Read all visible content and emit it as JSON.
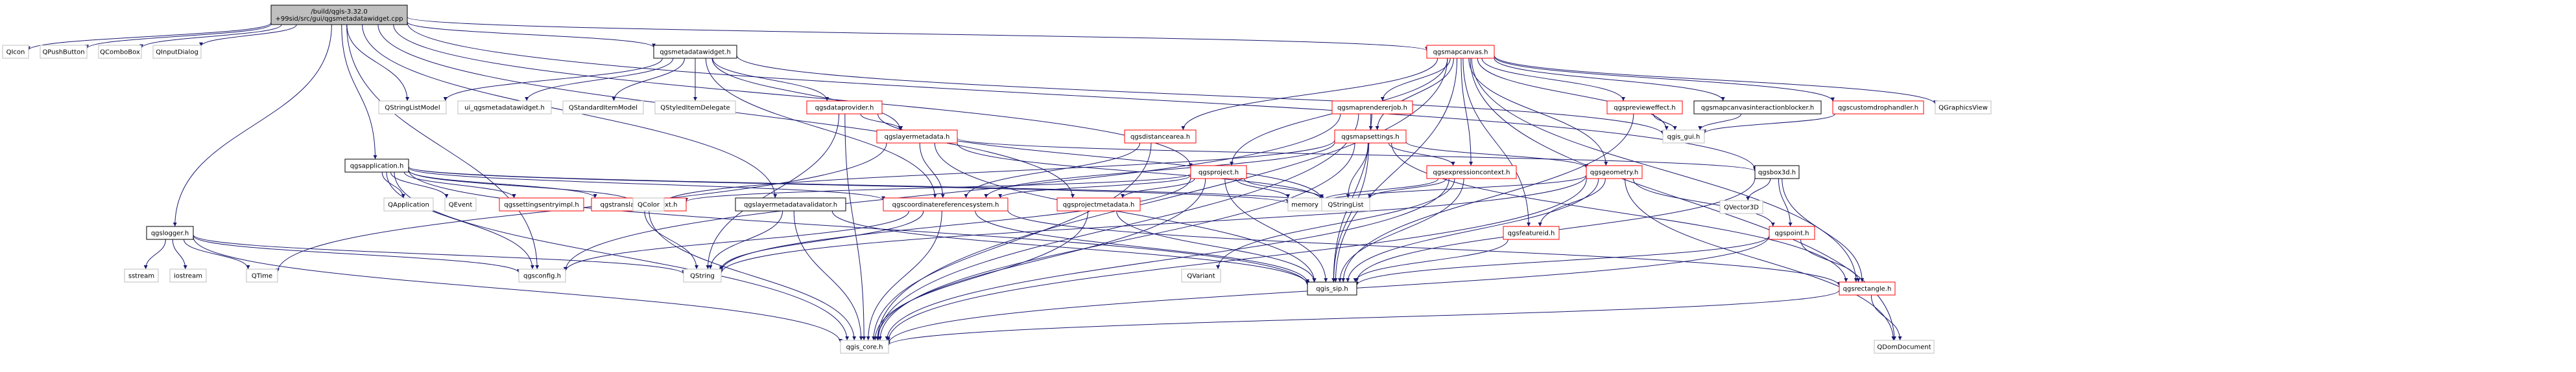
{
  "nodes": [
    {
      "id": "root",
      "lines": [
        "/build/qgis-3.32.0",
        "+99sid/src/gui/qgsmetadatawidget.cpp"
      ],
      "style": "root"
    },
    {
      "id": "qicon",
      "lines": [
        "QIcon"
      ],
      "style": "grey"
    },
    {
      "id": "qpushbutton",
      "lines": [
        "QPushButton"
      ],
      "style": "grey"
    },
    {
      "id": "qcombobox",
      "lines": [
        "QComboBox"
      ],
      "style": "grey"
    },
    {
      "id": "qinputdialog",
      "lines": [
        "QInputDialog"
      ],
      "style": "grey"
    },
    {
      "id": "qgslogger",
      "lines": [
        "qgslogger.h"
      ],
      "style": "black"
    },
    {
      "id": "qgsapplication",
      "lines": [
        "qgsapplication.h"
      ],
      "style": "black"
    },
    {
      "id": "qgsmetadatawidget_h",
      "lines": [
        "qgsmetadatawidget.h"
      ],
      "style": "black"
    },
    {
      "id": "qstringlistmodel",
      "lines": [
        "QStringListModel"
      ],
      "style": "grey"
    },
    {
      "id": "ui_qgsmetadatawidget",
      "lines": [
        "ui_qgsmetadatawidget.h"
      ],
      "style": "grey"
    },
    {
      "id": "qstandarditemmodel",
      "lines": [
        "QStandardItemModel"
      ],
      "style": "grey"
    },
    {
      "id": "qstyleditemdelegate",
      "lines": [
        "QStyledItemDelegate"
      ],
      "style": "grey"
    },
    {
      "id": "qgsdataprovider",
      "lines": [
        "qgsdataprovider.h"
      ],
      "style": "red"
    },
    {
      "id": "qgslayermetadata",
      "lines": [
        "qgslayermetadata.h"
      ],
      "style": "red"
    },
    {
      "id": "qgsmapcanvas",
      "lines": [
        "qgsmapcanvas.h"
      ],
      "style": "red"
    },
    {
      "id": "qgsmaprendererjob",
      "lines": [
        "qgsmaprendererjob.h"
      ],
      "style": "red"
    },
    {
      "id": "qgsdistancearea",
      "lines": [
        "qgsdistancearea.h"
      ],
      "style": "red"
    },
    {
      "id": "qgsmapsettings",
      "lines": [
        "qgsmapsettings.h"
      ],
      "style": "red"
    },
    {
      "id": "qgspreviewеffect",
      "lines": [
        "qgspreviewеffect.h"
      ],
      "style": "red"
    },
    {
      "id": "qgsmapcanvasinteractionblocker",
      "lines": [
        "qgsmapcanvasinteractionblocker.h"
      ],
      "style": "black"
    },
    {
      "id": "qgscustomdrophandler",
      "lines": [
        "qgscustomdrophandler.h"
      ],
      "style": "red"
    },
    {
      "id": "qgraphicsview",
      "lines": [
        "QGraphicsView"
      ],
      "style": "grey"
    },
    {
      "id": "qgis_gui",
      "lines": [
        "qgis_gui.h"
      ],
      "style": "grey"
    },
    {
      "id": "qgsproject",
      "lines": [
        "qgsproject.h"
      ],
      "style": "red"
    },
    {
      "id": "qgsexpressioncontext",
      "lines": [
        "qgsexpressioncontext.h"
      ],
      "style": "red"
    },
    {
      "id": "qgsgeometry",
      "lines": [
        "qgsgeometry.h"
      ],
      "style": "red"
    },
    {
      "id": "qgsbox3d",
      "lines": [
        "qgsbox3d.h"
      ],
      "style": "black"
    },
    {
      "id": "qvector3d",
      "lines": [
        "QVector3D"
      ],
      "style": "grey"
    },
    {
      "id": "qgspoint",
      "lines": [
        "qgspoint.h"
      ],
      "style": "red"
    },
    {
      "id": "qgsfeatureid",
      "lines": [
        "qgsfeatureid.h"
      ],
      "style": "red"
    },
    {
      "id": "qgsrectangle",
      "lines": [
        "qgsrectangle.h"
      ],
      "style": "red"
    },
    {
      "id": "qdomdocument",
      "lines": [
        "QDomDocument"
      ],
      "style": "grey"
    },
    {
      "id": "qgslayermetadatavalidator",
      "lines": [
        "qgslayermetadatavalidator.h"
      ],
      "style": "black"
    },
    {
      "id": "qgscoordinatereferencesystem",
      "lines": [
        "qgscoordinatereferencesystem.h"
      ],
      "style": "red"
    },
    {
      "id": "qgsprojectmetadata",
      "lines": [
        "qgsprojectmetadata.h"
      ],
      "style": "red"
    },
    {
      "id": "qgstranslationcontext",
      "lines": [
        "qgstranslationcontext.h"
      ],
      "style": "red"
    },
    {
      "id": "qgssettingsentryimpl",
      "lines": [
        "qgssettingsentryimpl.h"
      ],
      "style": "red"
    },
    {
      "id": "qapplication",
      "lines": [
        "QApplication"
      ],
      "style": "grey"
    },
    {
      "id": "qevent",
      "lines": [
        "QEvent"
      ],
      "style": "grey"
    },
    {
      "id": "qcolor",
      "lines": [
        "QColor"
      ],
      "style": "grey"
    },
    {
      "id": "memory",
      "lines": [
        "memory"
      ],
      "style": "grey"
    },
    {
      "id": "qstringlist",
      "lines": [
        "QStringList"
      ],
      "style": "grey"
    },
    {
      "id": "qvariant",
      "lines": [
        "QVariant"
      ],
      "style": "grey"
    },
    {
      "id": "qstring",
      "lines": [
        "QString"
      ],
      "style": "grey"
    },
    {
      "id": "qgsconfig",
      "lines": [
        "qgsconfig.h"
      ],
      "style": "grey"
    },
    {
      "id": "qtime",
      "lines": [
        "QTime"
      ],
      "style": "grey"
    },
    {
      "id": "sstream",
      "lines": [
        "sstream"
      ],
      "style": "grey"
    },
    {
      "id": "iostream",
      "lines": [
        "iostream"
      ],
      "style": "grey"
    },
    {
      "id": "qgis_sip",
      "lines": [
        "qgis_sip.h"
      ],
      "style": "black"
    },
    {
      "id": "qgis_core",
      "lines": [
        "qgis_core.h"
      ],
      "style": "grey"
    }
  ],
  "edges": [
    [
      "root",
      "qicon"
    ],
    [
      "root",
      "qpushbutton"
    ],
    [
      "root",
      "qcombobox"
    ],
    [
      "root",
      "qinputdialog"
    ],
    [
      "root",
      "qgslogger"
    ],
    [
      "root",
      "qgsapplication"
    ],
    [
      "root",
      "qgsmetadatawidget_h"
    ],
    [
      "root",
      "qstringlistmodel"
    ],
    [
      "root",
      "qgsmapcanvas"
    ],
    [
      "root",
      "qgsproject"
    ],
    [
      "root",
      "qgslayermetadatavalidator"
    ],
    [
      "root",
      "qgsprojectmetadata"
    ],
    [
      "root",
      "qgsconfig"
    ],
    [
      "root",
      "qgsbox3d"
    ],
    [
      "qgsmetadatawidget_h",
      "qstringlistmodel"
    ],
    [
      "qgsmetadatawidget_h",
      "ui_qgsmetadatawidget"
    ],
    [
      "qgsmetadatawidget_h",
      "qstandarditemmodel"
    ],
    [
      "qgsmetadatawidget_h",
      "qstyleditemdelegate"
    ],
    [
      "qgsmetadatawidget_h",
      "qgsdataprovider"
    ],
    [
      "qgsmetadatawidget_h",
      "qgslayermetadata"
    ],
    [
      "qgsmetadatawidget_h",
      "qgis_gui"
    ],
    [
      "qgsmetadatawidget_h",
      "qgscoordinatereferencesystem"
    ],
    [
      "qgsdataprovider",
      "qgslayermetadata"
    ],
    [
      "qgsdataprovider",
      "qstring"
    ],
    [
      "qgsdataprovider",
      "qgis_core"
    ],
    [
      "qgsdataprovider",
      "qstringlist"
    ],
    [
      "qgslayermetadata",
      "qgscoordinatereferencesystem"
    ],
    [
      "qgslayermetadata",
      "qgis_sip"
    ],
    [
      "qgslayermetadata",
      "qgsbox3d"
    ],
    [
      "qgslayermetadata",
      "qstringlist"
    ],
    [
      "qgslayermetadata",
      "qtime"
    ],
    [
      "qgsmapcanvas",
      "qgsmaprendererjob"
    ],
    [
      "qgsmapcanvas",
      "qgsdistancearea"
    ],
    [
      "qgsmapcanvas",
      "qgsmapsettings"
    ],
    [
      "qgsmapcanvas",
      "qgspreviewеffect"
    ],
    [
      "qgsmapcanvas",
      "qgsmapcanvasinteractionblocker"
    ],
    [
      "qgsmapcanvas",
      "qgscustomdrophandler"
    ],
    [
      "qgsmapcanvas",
      "qgraphicsview"
    ],
    [
      "qgsmapcanvas",
      "qgis_gui"
    ],
    [
      "qgsmapcanvas",
      "qgsproject"
    ],
    [
      "qgsmapcanvas",
      "qgsexpressioncontext"
    ],
    [
      "qgsmapcanvas",
      "qgsgeometry"
    ],
    [
      "qgsmapcanvas",
      "qgsfeatureid"
    ],
    [
      "qgsmapcanvas",
      "qgis_sip"
    ],
    [
      "qgsmapcanvas",
      "qgsrectangle"
    ],
    [
      "qgsmapcanvas",
      "qdomdocument"
    ],
    [
      "qgsmapcanvas",
      "qgis_core"
    ],
    [
      "qgsmaprendererjob",
      "qgsmapsettings"
    ],
    [
      "qgsmaprendererjob",
      "qgis_sip"
    ],
    [
      "qgsmaprendererjob",
      "qgis_core"
    ],
    [
      "qgsmaprendererjob",
      "qgsconfig"
    ],
    [
      "qgsdistancearea",
      "qgis_core"
    ],
    [
      "qgsdistancearea",
      "qgscoordinatereferencesystem"
    ],
    [
      "qgsmapsettings",
      "qgsexpressioncontext"
    ],
    [
      "qgsmapsettings",
      "qgsgeometry"
    ],
    [
      "qgsmapsettings",
      "qgis_sip"
    ],
    [
      "qgsmapsettings",
      "qgsrectangle"
    ],
    [
      "qgsmapsettings",
      "qgis_core"
    ],
    [
      "qgsmapsettings",
      "qstringlist"
    ],
    [
      "qgsmapsettings",
      "qcolor"
    ],
    [
      "qgsmapsettings",
      "qgscoordinatereferencesystem"
    ],
    [
      "qgspreviewеffect",
      "qgis_gui"
    ],
    [
      "qgspreviewеffect",
      "qgis_sip"
    ],
    [
      "qgsmapcanvasinteractionblocker",
      "qgis_gui"
    ],
    [
      "qgscustomdrophandler",
      "qgis_gui"
    ],
    [
      "qgsproject",
      "qgis_core"
    ],
    [
      "qgsproject",
      "qgis_sip"
    ],
    [
      "qgsproject",
      "qstringlist"
    ],
    [
      "qgsproject",
      "memory"
    ],
    [
      "qgsproject",
      "qgsprojectmetadata"
    ],
    [
      "qgsproject",
      "qgscoordinatereferencesystem"
    ],
    [
      "qgsproject",
      "qgstranslationcontext"
    ],
    [
      "qgsproject",
      "qstring"
    ],
    [
      "qgsexpressioncontext",
      "qgis_core"
    ],
    [
      "qgsexpressioncontext",
      "qgis_sip"
    ],
    [
      "qgsexpressioncontext",
      "qstringlist"
    ],
    [
      "qgsexpressioncontext",
      "qvariant"
    ],
    [
      "qgsexpressioncontext",
      "memory"
    ],
    [
      "qgsgeometry",
      "qgis_core"
    ],
    [
      "qgsgeometry",
      "qgis_sip"
    ],
    [
      "qgsgeometry",
      "qgsfeatureid"
    ],
    [
      "qgsgeometry",
      "qgspoint"
    ],
    [
      "qgsgeometry",
      "memory"
    ],
    [
      "qgsgeometry",
      "qstring"
    ],
    [
      "qgsgeometry",
      "qdomdocument"
    ],
    [
      "qgsbox3d",
      "qvector3d"
    ],
    [
      "qgsbox3d",
      "qgspoint"
    ],
    [
      "qgsbox3d",
      "qgsrectangle"
    ],
    [
      "qgsbox3d",
      "qgis_sip"
    ],
    [
      "qgspoint",
      "qgis_core"
    ],
    [
      "qgspoint",
      "qgis_sip"
    ],
    [
      "qgspoint",
      "qgsrectangle"
    ],
    [
      "qgsfeatureid",
      "qgis_sip"
    ],
    [
      "qgsrectangle",
      "qgis_core"
    ],
    [
      "qgsrectangle",
      "qdomdocument"
    ],
    [
      "qgslayermetadatavalidator",
      "qgis_core"
    ],
    [
      "qgslayermetadatavalidator",
      "qgis_sip"
    ],
    [
      "qgslayermetadatavalidator",
      "qstring"
    ],
    [
      "qgscoordinatereferencesystem",
      "qgis_core"
    ],
    [
      "qgscoordinatereferencesystem",
      "qgis_sip"
    ],
    [
      "qgscoordinatereferencesystem",
      "qstring"
    ],
    [
      "qgscoordinatereferencesystem",
      "qgsconfig"
    ],
    [
      "qgscoordinatereferencesystem",
      "qgsrectangle"
    ],
    [
      "qgsprojectmetadata",
      "qgis_core"
    ],
    [
      "qgsprojectmetadata",
      "qgis_sip"
    ],
    [
      "qgstranslationcontext",
      "qgis_core"
    ],
    [
      "qgstranslationcontext",
      "qstring"
    ],
    [
      "qgsapplication",
      "qgis_core"
    ],
    [
      "qgsapplication",
      "qapplication"
    ],
    [
      "qgsapplication",
      "qevent"
    ],
    [
      "qgsapplication",
      "qgssettingsentryimpl"
    ],
    [
      "qgsapplication",
      "qcolor"
    ],
    [
      "qgsapplication",
      "qgstranslationcontext"
    ],
    [
      "qgsapplication",
      "memory"
    ],
    [
      "qgsapplication",
      "qgsconfig"
    ],
    [
      "qgsapplication",
      "qgis_sip"
    ],
    [
      "qgsapplication",
      "qstringlist"
    ],
    [
      "qgsapplication",
      "qgscoordinatereferencesystem"
    ],
    [
      "qgslogger",
      "iostream"
    ],
    [
      "qgslogger",
      "sstream"
    ],
    [
      "qgslogger",
      "qstring"
    ],
    [
      "qgslogger",
      "qtime"
    ],
    [
      "qgslogger",
      "qgis_core"
    ],
    [
      "qgslogger",
      "qgsconfig"
    ]
  ]
}
